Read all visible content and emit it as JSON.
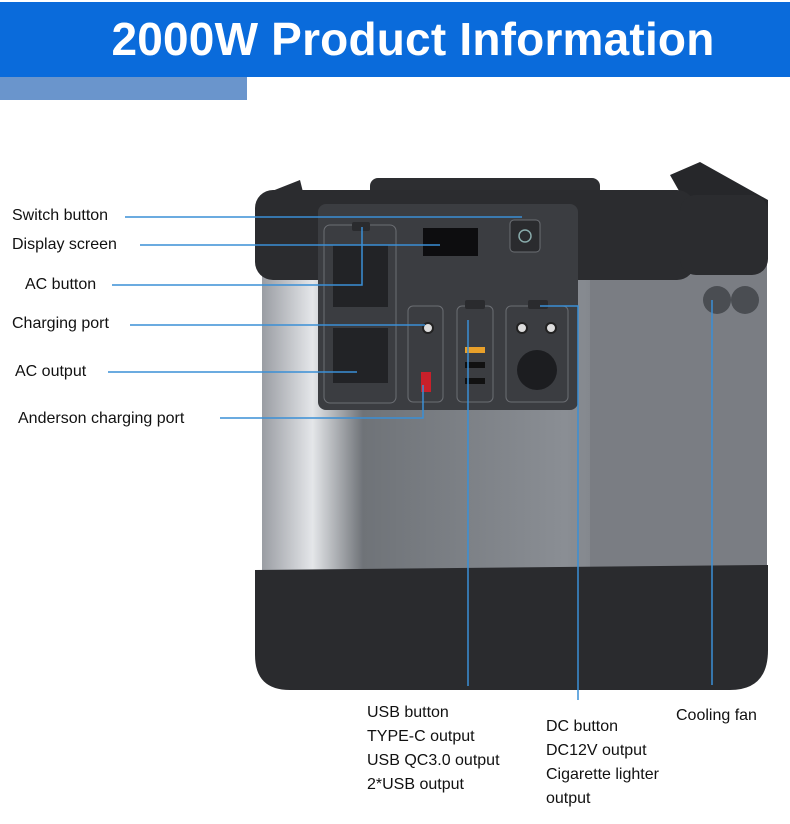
{
  "header": {
    "title": "2000W Product Information"
  },
  "colors": {
    "header_blue": "#0a6bdb",
    "accent_strip": "#6a95cc",
    "callout_line": "#3a8fd6"
  },
  "callouts": {
    "switch_button": "Switch button",
    "display_screen": "Display screen",
    "ac_button": "AC button",
    "charging_port": "Charging port",
    "ac_output": "AC output",
    "anderson_port": "Anderson charging port",
    "usb_group": [
      "USB button",
      "TYPE-C output",
      "USB QC3.0 output",
      "2*USB output"
    ],
    "dc_group": [
      "DC button",
      "DC12V output",
      "Cigarette lighter",
      "output"
    ],
    "cooling_fan": "Cooling fan"
  }
}
